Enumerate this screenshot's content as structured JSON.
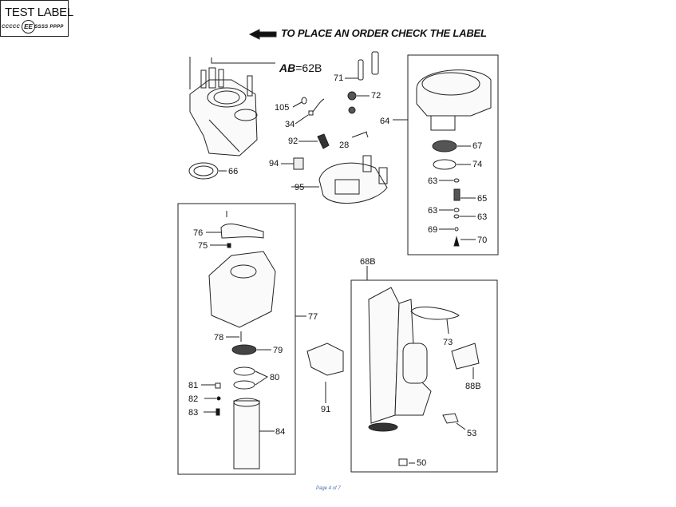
{
  "header": {
    "label_box_title": "TEST LABEL",
    "label_box_code_left": "CCCCC",
    "label_box_code_circle": "EE",
    "label_box_code_right": "SSSSS PPPP",
    "order_instruction": "TO PLACE AN ORDER CHECK THE LABEL",
    "ab_key": "AB",
    "ab_value": "=62B"
  },
  "parts": {
    "p71": "71",
    "p72": "72",
    "p105": "105",
    "p34": "34",
    "p64": "64",
    "p92": "92",
    "p28": "28",
    "p94": "94",
    "p66": "66",
    "p95": "95",
    "p67": "67",
    "p74": "74",
    "p63a": "63",
    "p65": "65",
    "p63b": "63",
    "p63c": "63",
    "p69": "69",
    "p70": "70",
    "p76": "76",
    "p75": "75",
    "p77": "77",
    "p78": "78",
    "p79": "79",
    "p80": "80",
    "p81": "81",
    "p82": "82",
    "p83": "83",
    "p84": "84",
    "p91": "91",
    "p68b": "68B",
    "p73": "73",
    "p88b": "88B",
    "p53": "53",
    "p50": "50"
  },
  "footer": {
    "page_indicator": "Page 4 of 7"
  }
}
